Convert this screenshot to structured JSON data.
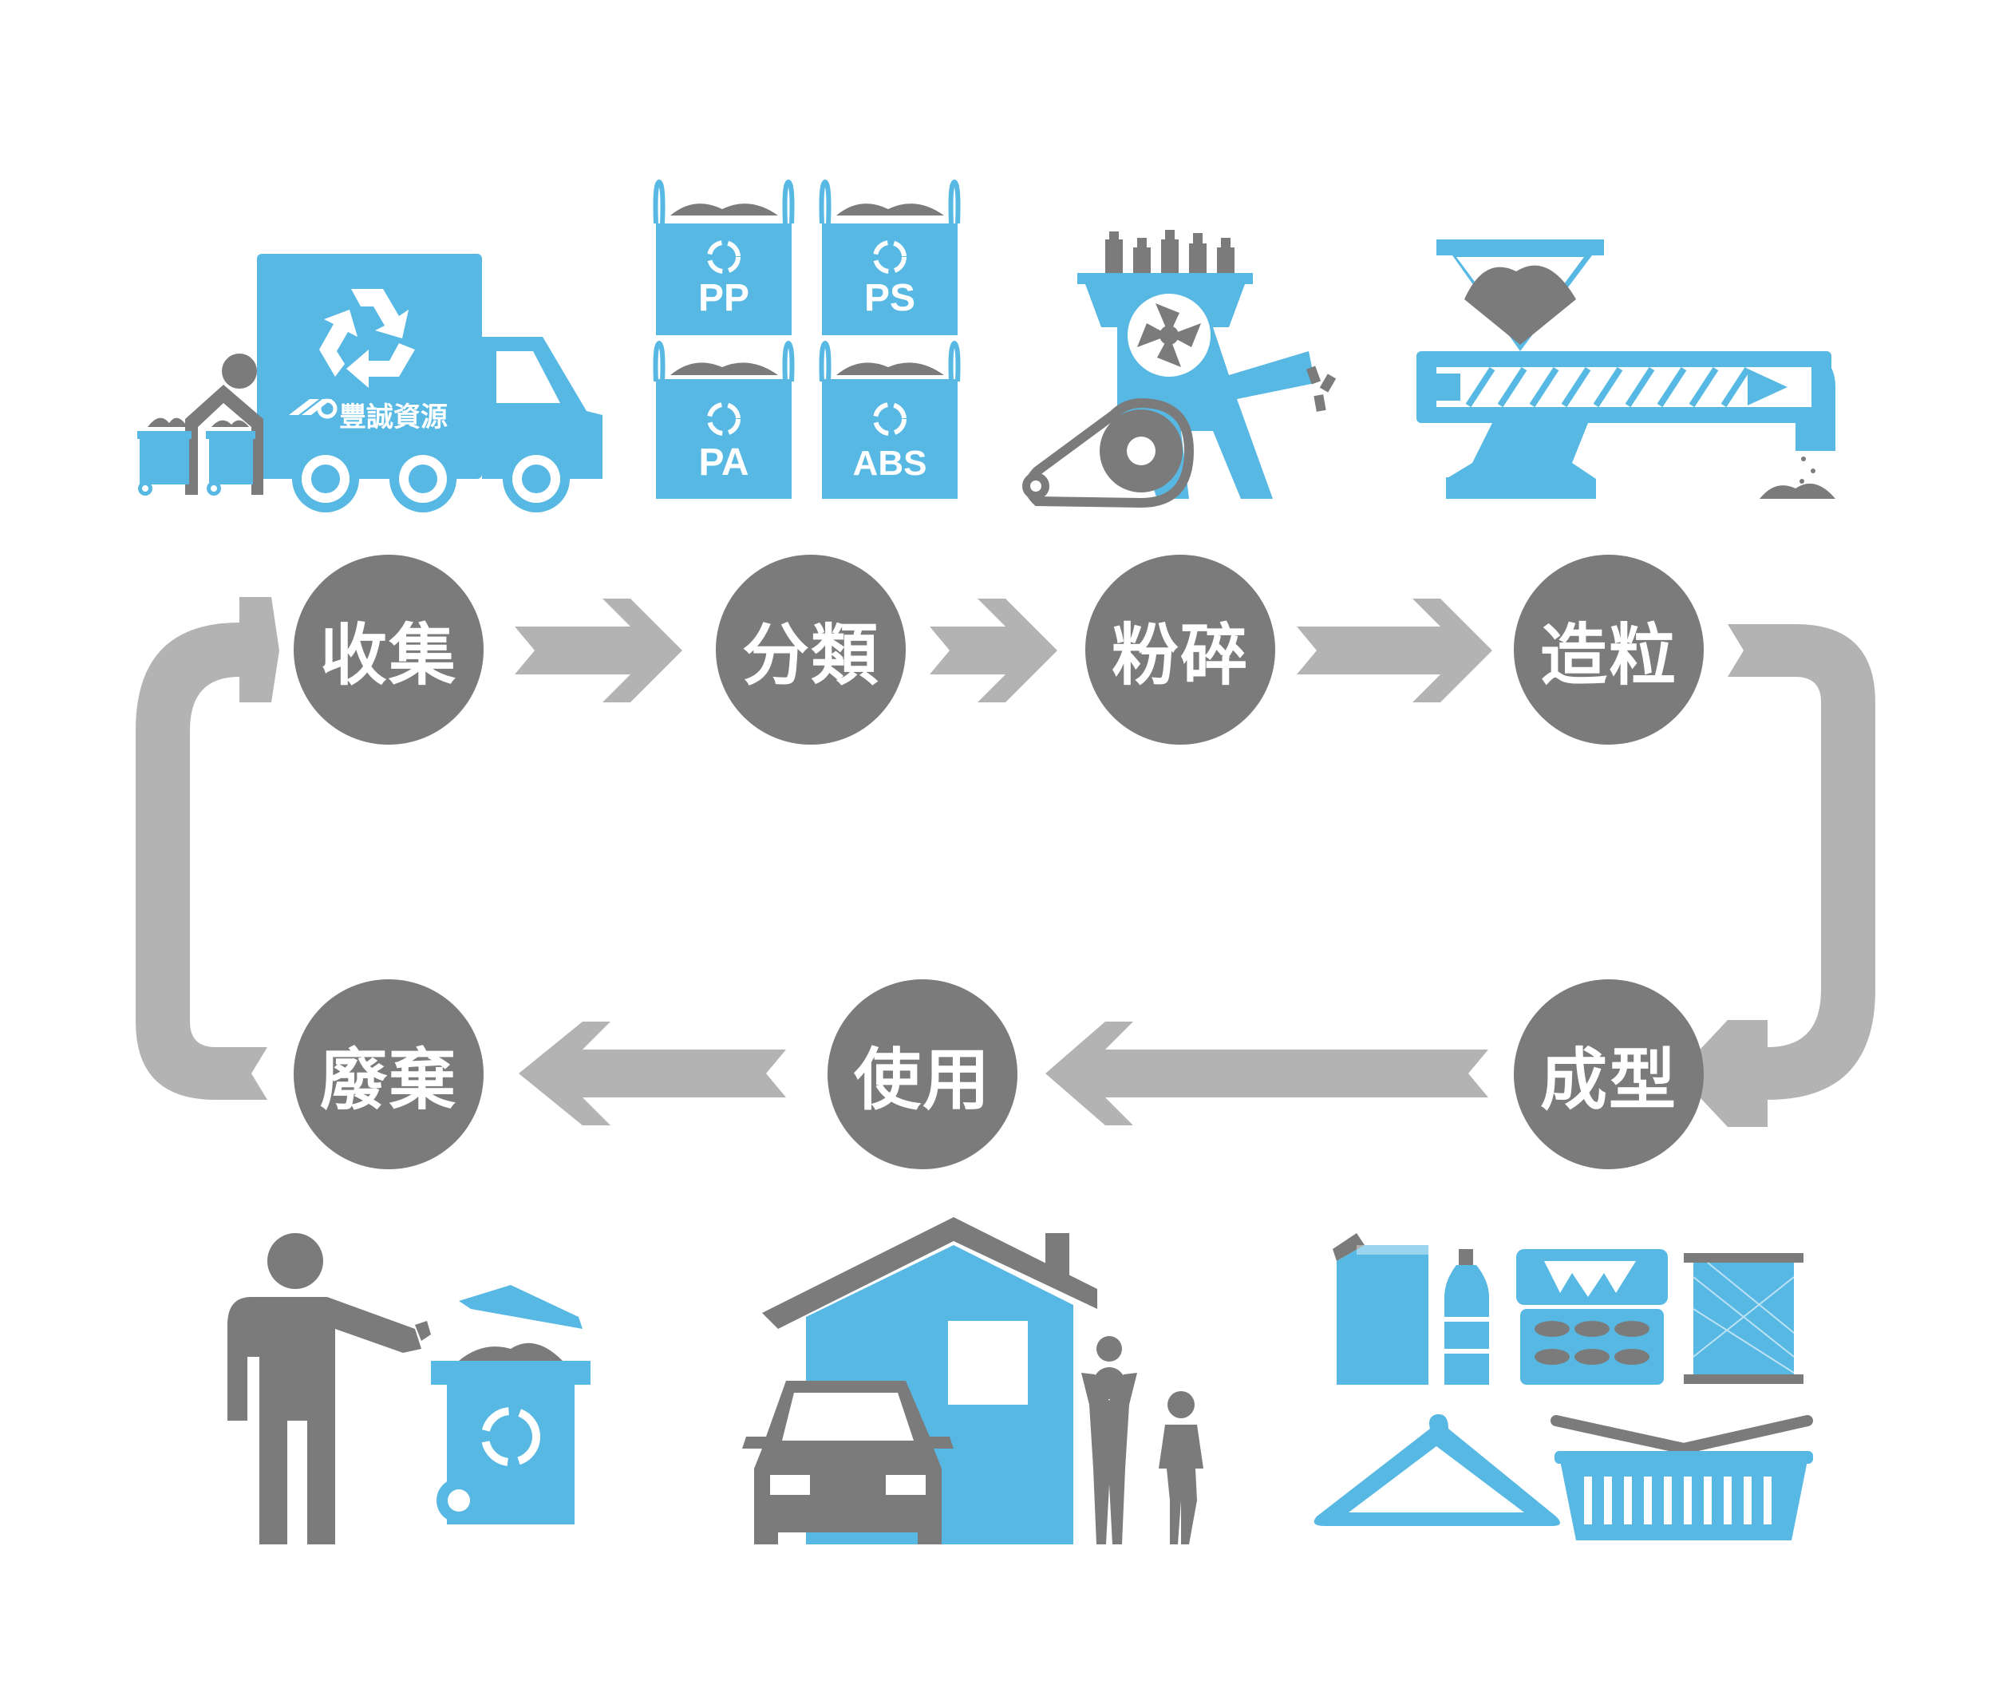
{
  "colors": {
    "blue": "#57b8e3",
    "gray": "#7b7b7b",
    "arrow": "#b3b3b3",
    "white": "#ffffff"
  },
  "steps": [
    {
      "id": "collect",
      "label": "收集"
    },
    {
      "id": "sort",
      "label": "分類"
    },
    {
      "id": "crush",
      "label": "粉碎"
    },
    {
      "id": "pellet",
      "label": "造粒"
    },
    {
      "id": "mold",
      "label": "成型"
    },
    {
      "id": "use",
      "label": "使用"
    },
    {
      "id": "discard",
      "label": "廢棄"
    }
  ],
  "truck": {
    "brand": "豐誠資源"
  },
  "bags": [
    {
      "label": "PP"
    },
    {
      "label": "PS"
    },
    {
      "label": "PA"
    },
    {
      "label": "ABS"
    }
  ],
  "icons": {
    "collect": "recycling-truck-icon",
    "sort": "sorting-bags-icon",
    "crush": "shredder-machine-icon",
    "pellet": "extruder-pelletizer-icon",
    "mold": "plastic-products-icon",
    "use": "household-use-icon",
    "discard": "person-discarding-trash-icon"
  }
}
